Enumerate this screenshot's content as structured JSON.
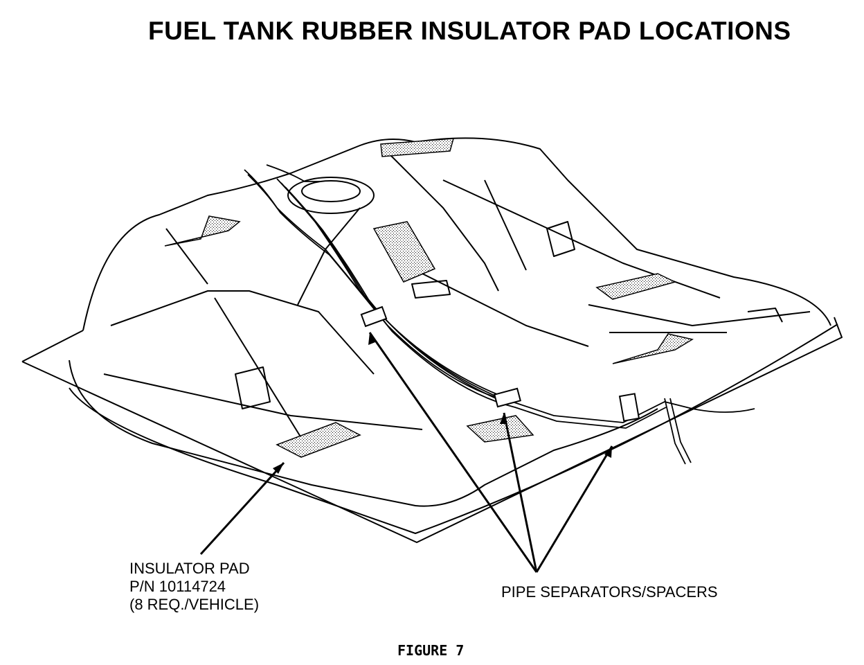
{
  "title": "FUEL TANK RUBBER INSULATOR PAD LOCATIONS",
  "callouts": {
    "insulator_pad": {
      "line1": "INSULATOR PAD",
      "line2": "P/N 10114724",
      "line3": "(8 REQ./VEHICLE)"
    },
    "pipe_separators": "PIPE SEPARATORS/SPACERS"
  },
  "caption": "FIGURE 7"
}
